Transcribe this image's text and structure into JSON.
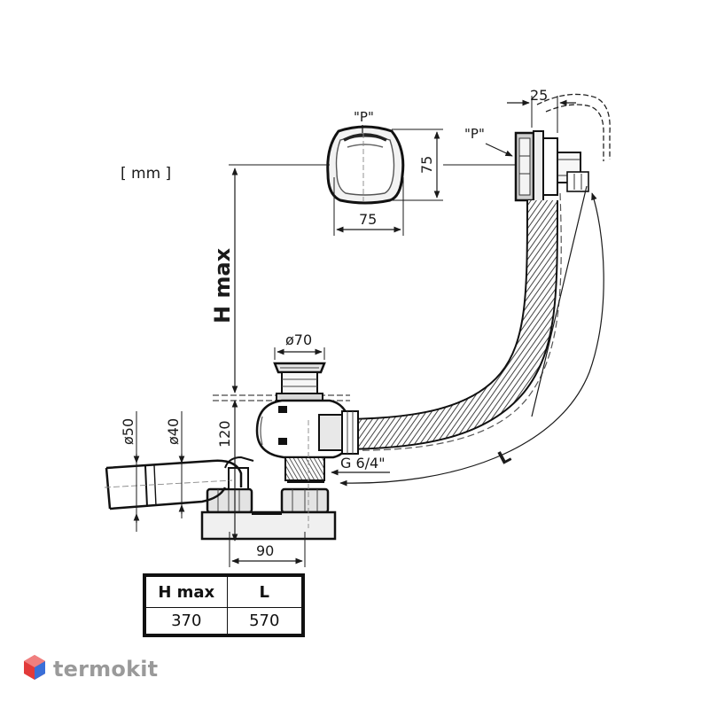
{
  "unit_label": "[ mm ]",
  "dimensions": {
    "p_left": "\"P\"",
    "p_right": "\"P\"",
    "cap_height": "75",
    "cap_width": "75",
    "overflow_depth": "25",
    "h_max": "H max",
    "waste_diameter": "ø70",
    "pipe_outer_diameter": "ø50",
    "pipe_inner_diameter": "ø40",
    "trap_height": "120",
    "thread": "G 6/4\"",
    "hose_length": "L",
    "base_width": "90"
  },
  "table": {
    "headers": [
      "H max",
      "L"
    ],
    "rows": [
      [
        "370",
        "570"
      ]
    ]
  },
  "brand": {
    "name": "termokit",
    "icon": "hexagon-logo-icon"
  }
}
